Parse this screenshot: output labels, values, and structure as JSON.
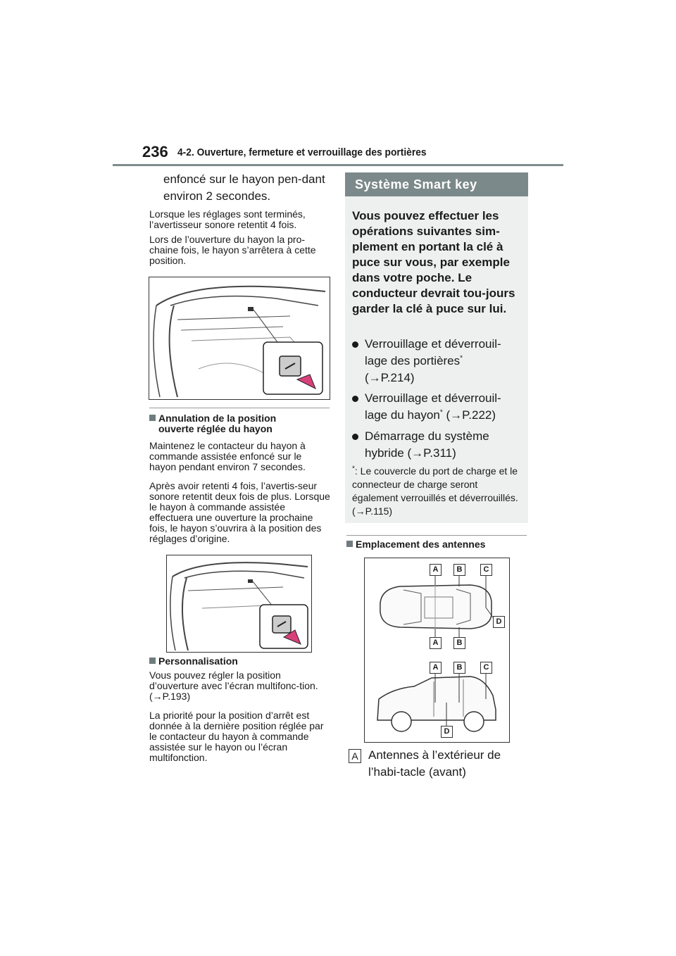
{
  "header": {
    "page_number": "236",
    "chapter": "4-2. Ouverture, fermeture et verrouillage des portières"
  },
  "left": {
    "lead": "enfoncé sur le hayon pen-dant environ 2 secondes.",
    "p1": "Lorsque les réglages sont terminés, l’avertisseur sonore retentit 4 fois.",
    "p2": "Lors de l’ouverture du hayon la pro-chaine fois, le hayon s’arrêtera à cette position.",
    "sub1_line1": "Annulation de la position",
    "sub1_line2": "ouverte réglée du hayon",
    "p3": "Maintenez le contacteur du hayon à commande assistée enfoncé sur le hayon pendant environ 7 secondes.",
    "p4": "Après avoir retenti 4 fois, l’avertis-seur sonore retentit deux fois de plus. Lorsque le hayon à commande assistée effectuera une ouverture la prochaine fois, le hayon s’ouvrira à la position des réglages d’origine.",
    "sub2": "Personnalisation",
    "p5": "Vous pouvez régler la position d’ouverture avec l’écran multifonc-tion. (→P.193)",
    "p6": "La priorité pour la position d’arrêt est donnée à la dernière position réglée par le contacteur du hayon à commande assistée sur le hayon ou l’écran multifonction."
  },
  "right": {
    "section_title": "Système Smart key",
    "intro": "Vous pouvez effectuer les opérations suivantes sim-plement en portant la clé à puce sur vous, par exemple dans votre poche. Le conducteur devrait tou-jours garder la clé à puce sur lui.",
    "bullets": [
      {
        "pre": "Verrouillage et déverrouil-lage des portières",
        "sup": "*",
        "post": "(→P.214)"
      },
      {
        "pre": "Verrouillage et déverrouil-lage du hayon",
        "sup": "*",
        "post": " (→P.222)"
      },
      {
        "pre": "Démarrage du système hybride (→P.311)",
        "sup": "",
        "post": ""
      }
    ],
    "footnote_mark": "*",
    "footnote": ": Le couvercle du port de charge et le connecteur de charge seront également verrouillés et déverrouillés. (→P.115)",
    "sub3": "Emplacement des antennes",
    "diagram_tags": {
      "a": "A",
      "b": "B",
      "c": "C",
      "d": "D"
    },
    "caption_tag": "A",
    "caption": "Antennes à l’extérieur de l’habi-tacle (avant)"
  }
}
